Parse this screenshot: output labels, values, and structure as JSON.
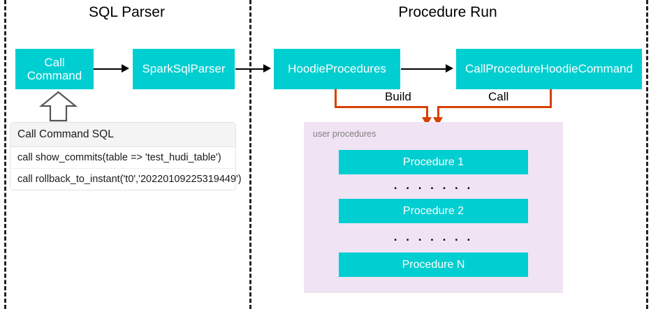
{
  "diagram": {
    "sections": [
      {
        "id": "sql-parser",
        "title": "SQL Parser"
      },
      {
        "id": "procedure-run",
        "title": "Procedure Run"
      }
    ],
    "nodes": [
      {
        "id": "call-command",
        "label": "Call\nCommand",
        "label_line1": "Call",
        "label_line2": "Command"
      },
      {
        "id": "spark-sql-parser",
        "label": "SparkSqlParser"
      },
      {
        "id": "hoodie-procedures",
        "label": "HoodieProcedures"
      },
      {
        "id": "call-procedure-hoodie-command",
        "label": "CallProcedureHoodieCommand"
      }
    ],
    "connector_labels": {
      "build": "Build",
      "call": "Call"
    },
    "sql_table": {
      "header": "Call Command SQL",
      "rows": [
        "call show_commits(table => 'test_hudi_table')",
        "call rollback_to_instant('t0','20220109225319449')"
      ]
    },
    "procedures_panel": {
      "label": "user procedures",
      "items": [
        {
          "label": "Procedure 1"
        },
        {
          "label": "Procedure 2"
        },
        {
          "label": "Procedure N"
        }
      ],
      "ellipsis": ". . . . . . ."
    },
    "colors": {
      "node_fill": "#00CED1",
      "node_text": "#FFFFFF",
      "connector_orange": "#D64000",
      "panel_fill": "#F0E3F3",
      "panel_label_text": "#7F7F7F",
      "divider": "#222222",
      "arrow_black": "#000000",
      "table_header_fill": "#F4F4F4"
    }
  }
}
